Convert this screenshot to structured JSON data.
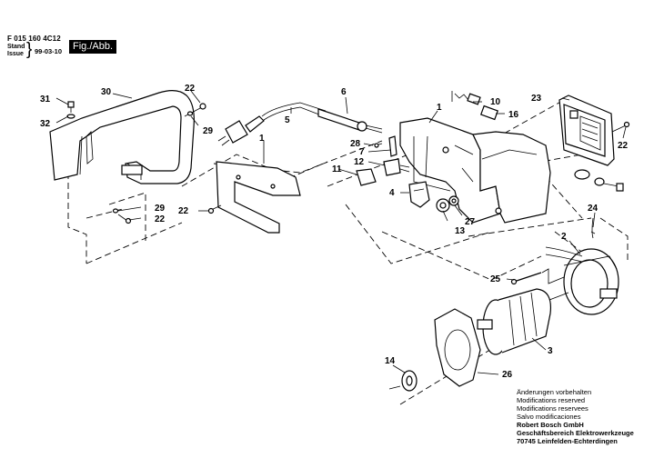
{
  "header": {
    "document_number": "F 015 160 4C12",
    "stand_label": "Stand",
    "issue_label": "Issue",
    "date": "99-03-10",
    "figure_label": "Fig./Abb. 2"
  },
  "footer": {
    "lines": [
      "Änderungen vorbehalten",
      "Modifications reserved",
      "Modifications reservees",
      "Salvo modificaciones"
    ],
    "company_lines": [
      "Robert Bosch GmbH",
      "Geschäftsbereich Elektrowerkzeuge",
      "70745 Leinfelden-Echterdingen"
    ]
  },
  "parts": {
    "handle_30": "30",
    "screw_31": "31",
    "washer_32": "32",
    "screw_22_top": "22",
    "washer_29_top": "29",
    "cable_6": "6",
    "cable_5": "5",
    "housing_1_top": "1",
    "housing_1_left": "1",
    "brush_holder_10": "10",
    "brush_16": "16",
    "cover_23": "23",
    "screw_22_right": "22",
    "screw_28": "28",
    "clamp_7": "7",
    "switch_12": "12",
    "button_11": "11",
    "module_4": "4",
    "screw_22_mid": "22",
    "washer_29_low": "29",
    "screw_22_low": "22",
    "bearing_13": "13",
    "washer_27": "27",
    "wire_24": "24",
    "stator_2": "2",
    "screw_25": "25",
    "armature_3": "3",
    "bearing_14": "14",
    "fan_guide_26": "26"
  }
}
